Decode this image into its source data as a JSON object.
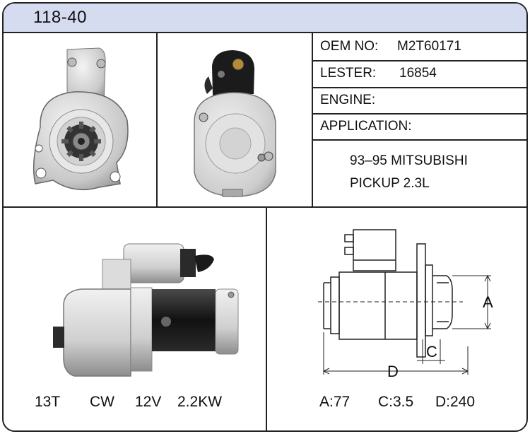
{
  "header": {
    "part_number": "118-40"
  },
  "specs": {
    "oem_label": "OEM NO:",
    "oem_value": "M2T60171",
    "lester_label": "LESTER:",
    "lester_value": "16854",
    "engine_label": "ENGINE:",
    "engine_value": "",
    "application_label": "APPLICATION:",
    "application_lines": [
      "93–95 MITSUBISHI",
      "PICKUP 2.3L"
    ]
  },
  "features": {
    "teeth": "13T",
    "rotation": "CW",
    "voltage": "12V",
    "power": "2.2KW"
  },
  "diagram": {
    "label_a": "A",
    "label_c": "C",
    "label_d": "D"
  },
  "dimensions": {
    "a": "A:77",
    "c": "C:3.5",
    "d": "D:240"
  },
  "colors": {
    "header_bg": "#d6dcf0",
    "border": "#222222"
  }
}
